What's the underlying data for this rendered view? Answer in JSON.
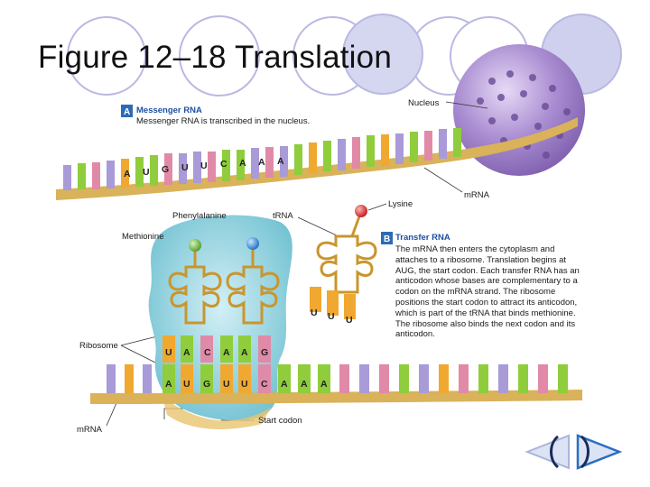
{
  "slide": {
    "title": "Figure 12–18 Translation"
  },
  "panel_a": {
    "badge": "A",
    "heading": "Messenger RNA",
    "caption": "Messenger RNA is transcribed in the nucleus.",
    "codon_letters": [
      "A",
      "U",
      "G",
      "U",
      "U",
      "C",
      "A",
      "A",
      "A"
    ]
  },
  "panel_b": {
    "badge": "B",
    "heading": "Transfer RNA",
    "paragraph": "The mRNA then enters the cytoplasm and attaches to a ribosome. Translation begins at AUG, the start codon. Each transfer RNA has an anticodon whose bases are complementary to a codon on the mRNA strand. The ribosome positions the start codon to attract its anticodon, which is part of the tRNA that binds methionine. The ribosome also binds the next codon and its anticodon.",
    "anticodon_letters": [
      "U",
      "A",
      "C",
      "A",
      "A",
      "G"
    ],
    "codon_letters": [
      "A",
      "U",
      "G",
      "U",
      "U",
      "C",
      "A",
      "A",
      "A"
    ],
    "lysine_anticodon": [
      "U",
      "U",
      "U"
    ]
  },
  "labels": {
    "nucleus": "Nucleus",
    "mrna_top": "mRNA",
    "lysine": "Lysine",
    "phenylalanine": "Phenylalanine",
    "trna": "tRNA",
    "methionine": "Methionine",
    "ribosome": "Ribosome",
    "start_codon": "Start codon",
    "mrna_bottom": "mRNA"
  },
  "colors": {
    "strand_tan": "#d9b25a",
    "base_green": "#8fcd3c",
    "base_purple": "#a99ad8",
    "base_pink": "#e08aa8",
    "base_orange": "#f0a830",
    "ribosome_blue": "#8fd0dd",
    "nucleus_purple": "#a88bd0",
    "trna_gold": "#c9962e",
    "badge_blue": "#2c6bb5",
    "circle_outline": "#b9b9e3"
  },
  "nav": {
    "prev_icon": "left-arrow-icon",
    "next_icon": "right-arrow-icon"
  }
}
